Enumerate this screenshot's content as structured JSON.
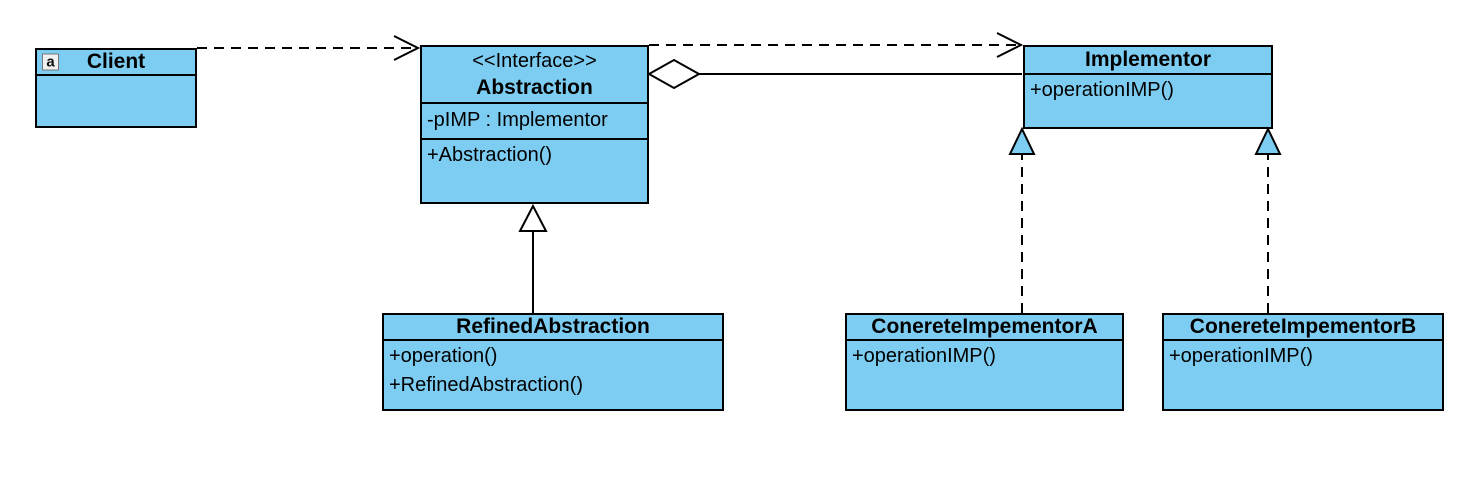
{
  "diagram": {
    "kind": "uml-class-diagram",
    "pattern": "Bridge"
  },
  "colors": {
    "node_fill": "#7DCDF2",
    "border": "#000000",
    "background": "#FFFFFF",
    "hollow_fill": "#FFFFFF"
  },
  "classes": {
    "client": {
      "name": "Client",
      "icon": "a"
    },
    "abstraction": {
      "stereotype": "<<Interface>>",
      "name": "Abstraction",
      "attributes": [
        "-pIMP : Implementor"
      ],
      "methods": [
        "+Abstraction()"
      ]
    },
    "implementor": {
      "name": "Implementor",
      "methods": [
        "+operationIMP()"
      ]
    },
    "refined_abstraction": {
      "name": "RefinedAbstraction",
      "methods": [
        "+operation()",
        "+RefinedAbstraction()"
      ]
    },
    "concrete_implementor_a": {
      "name": "ConereteImpementorA",
      "methods": [
        "+operationIMP()"
      ]
    },
    "concrete_implementor_b": {
      "name": "ConereteImpementorB",
      "methods": [
        "+operationIMP()"
      ]
    }
  },
  "relationships": [
    {
      "type": "dependency",
      "from": "Client",
      "to": "Abstraction",
      "style": "dashed-open-arrow"
    },
    {
      "type": "dependency",
      "from": "Abstraction",
      "to": "Implementor",
      "style": "dashed-open-arrow"
    },
    {
      "type": "aggregation",
      "from": "Abstraction",
      "to": "Implementor",
      "style": "solid-hollow-diamond-at-abstraction"
    },
    {
      "type": "generalization",
      "from": "RefinedAbstraction",
      "to": "Abstraction",
      "style": "solid-hollow-triangle"
    },
    {
      "type": "realization",
      "from": "ConereteImpementorA",
      "to": "Implementor",
      "style": "dashed-filled-triangle"
    },
    {
      "type": "realization",
      "from": "ConereteImpementorB",
      "to": "Implementor",
      "style": "dashed-filled-triangle"
    }
  ]
}
